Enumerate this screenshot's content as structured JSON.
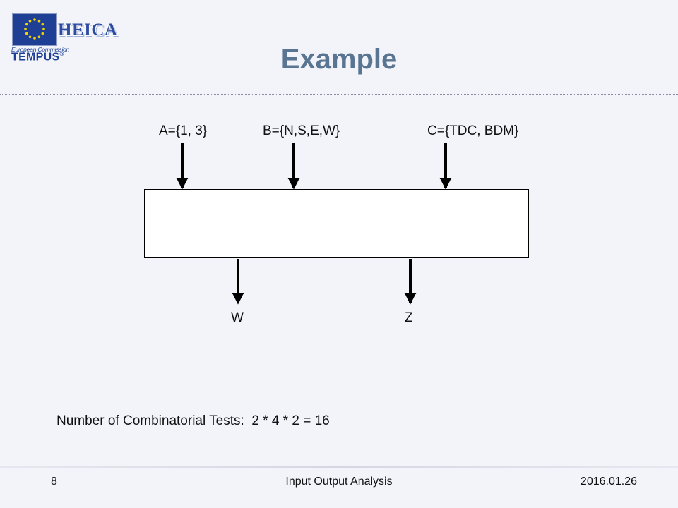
{
  "logo": {
    "wordmark": "HEICA",
    "commission_label": "European Commission",
    "program_label": "TEMPUS"
  },
  "title": "Example",
  "inputs": [
    {
      "label": "A={1, 3}"
    },
    {
      "label": "B={N,S,E,W}"
    },
    {
      "label": "C={TDC, BDM}"
    }
  ],
  "outputs": [
    {
      "label": "W"
    },
    {
      "label": "Z"
    }
  ],
  "note": "Number of Combinatorial Tests:  2 * 4 * 2 = 16",
  "footer": {
    "page_number": "8",
    "course": "Input Output Analysis",
    "date": "2016.01.26"
  },
  "colors": {
    "title": "#5a7591",
    "background": "#f3f4fa",
    "flag_blue": "#1e3f93",
    "flag_star": "#f5d300"
  }
}
